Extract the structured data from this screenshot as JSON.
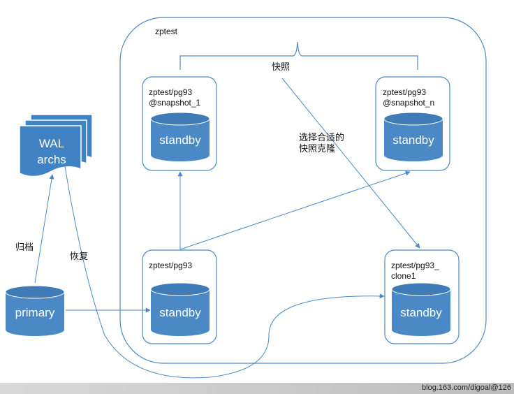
{
  "container": {
    "label": "zptest"
  },
  "snapshot_group": {
    "label": "快照"
  },
  "nodes": {
    "snap1": {
      "label_line1": "zptest/pg93",
      "label_line2": "@snapshot_1",
      "db": "standby"
    },
    "snapn": {
      "label_line1": "zptest/pg93",
      "label_line2": "@snapshot_n",
      "db": "standby"
    },
    "pg93": {
      "label_line1": "zptest/pg93",
      "db": "standby"
    },
    "clone": {
      "label_line1": "zptest/pg93_",
      "label_line2": "clone1",
      "db": "standby"
    },
    "primary": {
      "db": "primary"
    },
    "wal": {
      "line1": "WAL",
      "line2": "archs"
    }
  },
  "edges": {
    "archive": "归档",
    "restore": "恢复",
    "clone_note_line1": "选择合适的",
    "clone_note_line2": "快照克隆"
  },
  "colors": {
    "db_fill": "#4a88c6",
    "db_top": "#3f7bb6",
    "line": "#4a88c6",
    "wal_fill": "#3f83c5"
  },
  "footer": {
    "text": "blog.163.com/digoal@126"
  }
}
